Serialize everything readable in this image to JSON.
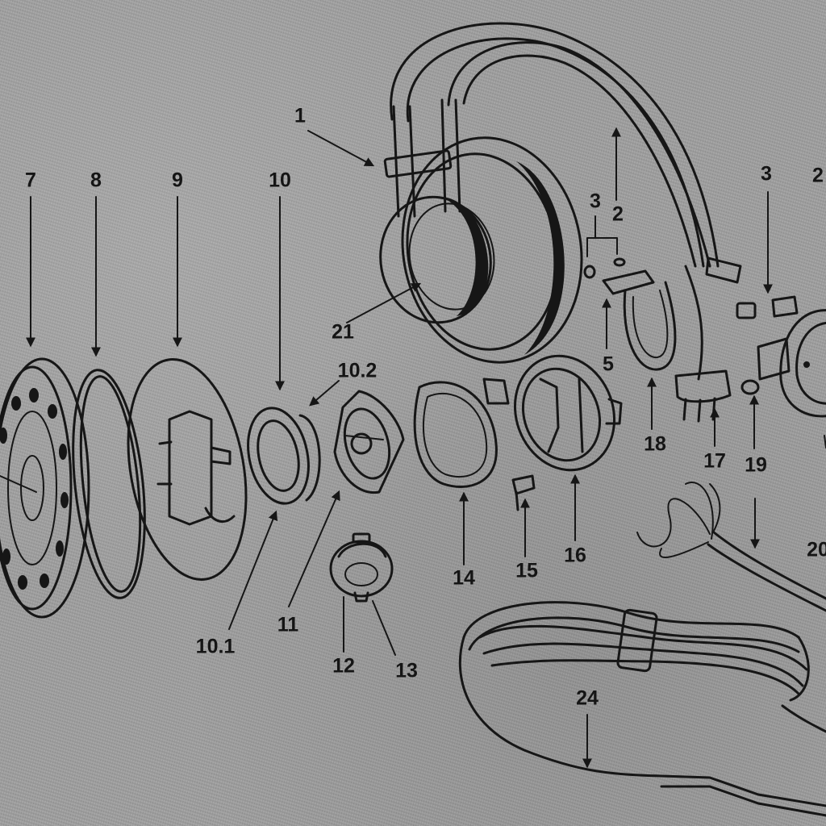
{
  "labels": {
    "l1": "1",
    "l2a": "2",
    "l2b": "2",
    "l3a": "3",
    "l3b": "3",
    "l5": "5",
    "l7": "7",
    "l8": "8",
    "l9": "9",
    "l10": "10",
    "l10_1": "10.1",
    "l10_2": "10.2",
    "l11": "11",
    "l12": "12",
    "l13": "13",
    "l14": "14",
    "l15": "15",
    "l16": "16",
    "l17": "17",
    "l18": "18",
    "l19": "19",
    "l20": "20",
    "l21": "21",
    "l24": "24"
  },
  "colors": {
    "background": "#9d9d9d",
    "ink": "#161616"
  }
}
